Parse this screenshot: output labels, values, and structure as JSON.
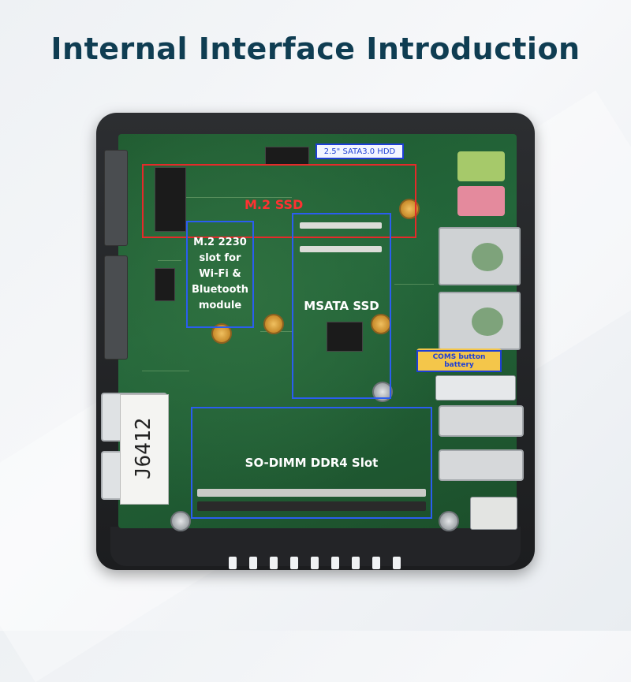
{
  "title": "Internal Interface Introduction",
  "colors": {
    "title": "#0f3d52",
    "red_box": "#e52a2a",
    "blue_box": "#2b5df0",
    "pcb_green": "#23663a",
    "case": "#232427"
  },
  "labels": {
    "m2_ssd": "M.2 SSD",
    "sata_hdd": "2.5\" SATA3.0 HDD",
    "wifi_slot": "M.2 2230\nslot for\nWi-Fi &\nBluetooth\nmodule",
    "msata_ssd": "MSATA SSD",
    "coms_battery": "COMS button battery",
    "so_dimm": "SO-DIMM DDR4 Slot"
  },
  "sticker": "J6412"
}
